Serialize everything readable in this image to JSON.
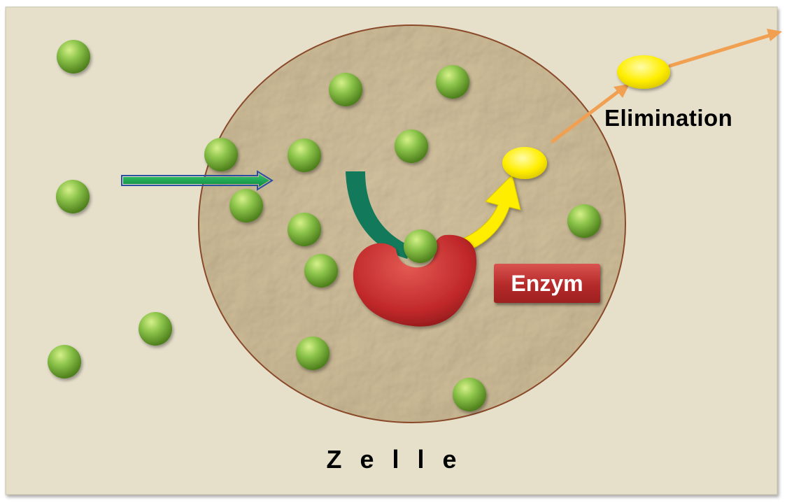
{
  "labels": {
    "elimination": "Elimination",
    "enzyme": "Enzym",
    "cell": "Zelle"
  },
  "colors": {
    "background": "#e6e0cb",
    "cell_fill": "#d9ccb0",
    "cell_border": "#8a4a2a",
    "molecule_green": "#7cb342",
    "metabolite_yellow": "#ffee00",
    "enzyme_red": "#c0282a",
    "uptake_arrow": "#1faa55",
    "uptake_arrow_border": "#2a4fa0",
    "substrate_arrow": "#127a5a",
    "product_arrow": "#ffee00",
    "elimination_arrow": "#f0a050"
  }
}
